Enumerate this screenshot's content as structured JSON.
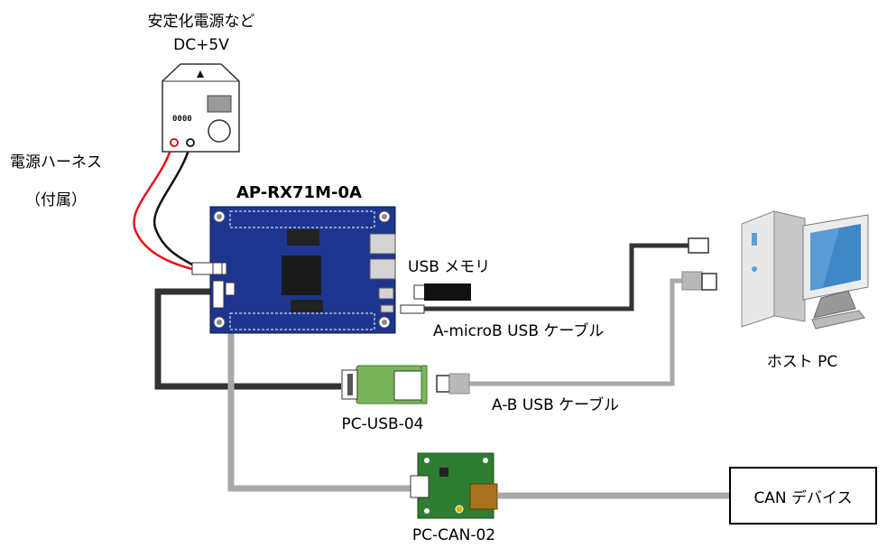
{
  "labels": {
    "power_supply_title": "安定化電源など",
    "power_supply_voltage": "DC+5V",
    "harness_title": "電源ハーネス",
    "harness_note": "（付属）",
    "board_name": "AP-RX71M-0A",
    "usb_memory": "USB メモリ",
    "microb_cable": "A-microB USB ケーブル",
    "host_pc": "ホスト PC",
    "ab_cable": "A-B USB ケーブル",
    "pc_usb": "PC-USB-04",
    "pc_can": "PC-CAN-02",
    "can_device": "CAN デバイス"
  },
  "power_supply": {
    "display_text": "0000"
  },
  "colors": {
    "board": "#1e3590",
    "board_green": "#4a9a3c",
    "cable_dark": "#333333",
    "cable_gray": "#a8a8a8",
    "wire_red": "#e8141e",
    "wire_black": "#111111",
    "monitor_screen": "#3f88c8"
  }
}
